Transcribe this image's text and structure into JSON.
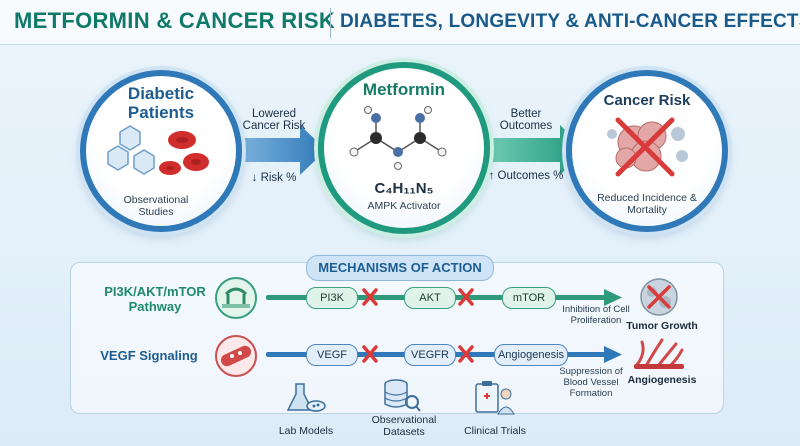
{
  "header": {
    "title_left": "METFORMIN & CANCER RISK",
    "title_right": "DIABETES, LONGEVITY & ANTI-CANCER EFFECTS"
  },
  "left_circle": {
    "title": "Diabetic Patients",
    "caption": "Observational Studies"
  },
  "arrow_left": {
    "label_top": "Lowered Cancer Risk",
    "label_bottom": "↓ Risk %"
  },
  "center_circle": {
    "title": "Metformin",
    "formula": "C₄H₁₁N₅",
    "caption": "AMPK Activator"
  },
  "arrow_right": {
    "label_top": "Better Outcomes",
    "label_bottom": "↑ Outcomes %"
  },
  "right_circle": {
    "title": "Cancer Risk",
    "caption": "Reduced Incidence & Mortality"
  },
  "mechanisms": {
    "title": "MECHANISMS OF ACTION",
    "pathway1": {
      "name": "PI3K/AKT/mTOR Pathway",
      "nodes": [
        "PI3K",
        "AKT",
        "mTOR"
      ],
      "effect": "Inhibition of Cell Proliferation",
      "outcome": "Tumor Growth"
    },
    "pathway2": {
      "name": "VEGF Signaling",
      "nodes": [
        "VEGF",
        "VEGFR",
        "Angiogenesis"
      ],
      "effect": "Suppression of Blood Vessel Formation",
      "outcome": "Angiogenesis"
    }
  },
  "evidence": {
    "items": [
      "Lab Models",
      "Observational Datasets",
      "Clinical Trials"
    ]
  },
  "colors": {
    "green": "#1f9a7e",
    "blue": "#2f79b8",
    "red": "#d93a3a"
  }
}
